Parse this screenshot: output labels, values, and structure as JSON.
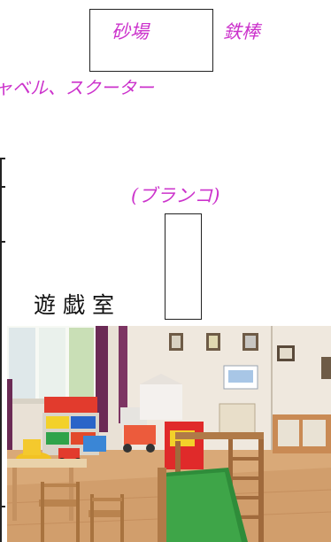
{
  "labels": {
    "sandbox": "砂場",
    "iron_bar": "鉄棒",
    "shovel_scooter": "ャベル、スクーター",
    "swing": "(ブランコ)",
    "playroom": "遊戯室"
  },
  "colors": {
    "annotation": "#cc33cc",
    "frame": "#222222"
  },
  "photo": {
    "subject": "playroom interior photo"
  }
}
